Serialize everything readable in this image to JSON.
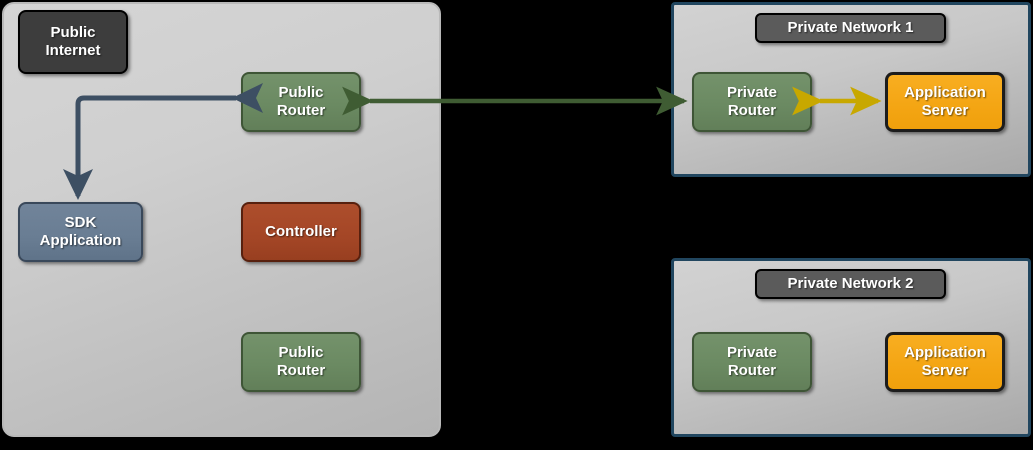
{
  "diagram": {
    "title": "Public / Private network topology",
    "background_color": "#000000"
  },
  "public_cloud": {
    "name": "public-cloud-container",
    "fill_color": "#cfcfcf",
    "border_color": "#b9b9b9",
    "nodes": [
      {
        "id": "public-internet",
        "label": "Public\nInternet",
        "line1": "Public",
        "line2": "Internet",
        "color": "#3d3d3d",
        "type": "zone-label"
      },
      {
        "id": "public-router-1",
        "label": "Public\nRouter",
        "line1": "Public",
        "line2": "Router",
        "color": "#6b8a62",
        "type": "router"
      },
      {
        "id": "sdk-application",
        "label": "SDK\nApplication",
        "line1": "SDK",
        "line2": "Application",
        "color": "#697d93",
        "type": "application"
      },
      {
        "id": "controller",
        "label": "Controller",
        "line1": "Controller",
        "line2": "",
        "color": "#a44626",
        "type": "controller"
      },
      {
        "id": "public-router-2",
        "label": "Public\nRouter",
        "line1": "Public",
        "line2": "Router",
        "color": "#6b8a62",
        "type": "router"
      }
    ]
  },
  "private_networks": [
    {
      "id": "private-network-1",
      "title": "Private Network 1",
      "border_color": "#21465f",
      "fill_color": "#c8c8c8",
      "nodes": [
        {
          "id": "pn1-private-router",
          "line1": "Private",
          "line2": "Router",
          "color": "#6b8a62",
          "type": "router"
        },
        {
          "id": "pn1-application-server",
          "line1": "Application",
          "line2": "Server",
          "color": "#f4a513",
          "type": "server"
        }
      ],
      "internal_link": {
        "from": "pn1-private-router",
        "to": "pn1-application-server",
        "color": "#c8a800",
        "style": "double-arrow"
      }
    },
    {
      "id": "private-network-2",
      "title": "Private Network 2",
      "border_color": "#21465f",
      "fill_color": "#c8c8c8",
      "nodes": [
        {
          "id": "pn2-private-router",
          "line1": "Private",
          "line2": "Router",
          "color": "#6b8a62",
          "type": "router"
        },
        {
          "id": "pn2-application-server",
          "line1": "Application",
          "line2": "Server",
          "color": "#f4a513",
          "type": "server"
        }
      ],
      "internal_link": null
    }
  ],
  "connections": [
    {
      "id": "public-router-to-sdk",
      "from": "public-router-1",
      "to": "sdk-application",
      "color": "#3d4f63",
      "style": "elbow-arrow",
      "arrowheads": "both"
    },
    {
      "id": "public-router-to-private-router",
      "from": "public-router-1",
      "to": "pn1-private-router",
      "color": "#3f5c33",
      "style": "straight-arrow",
      "arrowheads": "both"
    },
    {
      "id": "pn1-router-to-appserver",
      "from": "pn1-private-router",
      "to": "pn1-application-server",
      "color": "#c8a800",
      "style": "straight-arrow",
      "arrowheads": "both"
    }
  ]
}
